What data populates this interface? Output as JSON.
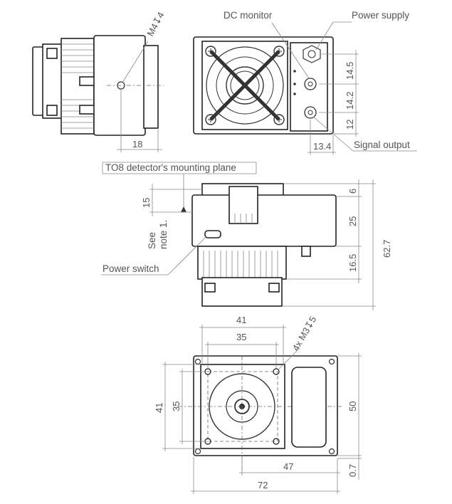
{
  "callouts": {
    "dc_monitor": "DC monitor",
    "power_supply": "Power supply",
    "signal_output": "Signal output",
    "mounting_plane": "TO8 detector's mounting plane",
    "power_switch": "Power switch",
    "see_note_line1": "See",
    "see_note_line2": "note 1.",
    "thread_m4": "M4↧4",
    "thread_m3": "4x M3↧5"
  },
  "dimensions": {
    "side_18": "18",
    "rear_14_5": "14.5",
    "rear_14_2": "14.2",
    "rear_12": "12",
    "rear_13_4": "13.4",
    "mid_15": "15",
    "mid_6": "6",
    "mid_25": "25",
    "mid_16_5": "16.5",
    "mid_62_7": "62.7",
    "bot_41_top": "41",
    "bot_35_top": "35",
    "bot_41_left": "41",
    "bot_35_left": "35",
    "bot_50": "50",
    "bot_47": "47",
    "bot_0_7": "0.7",
    "bot_72": "72"
  }
}
